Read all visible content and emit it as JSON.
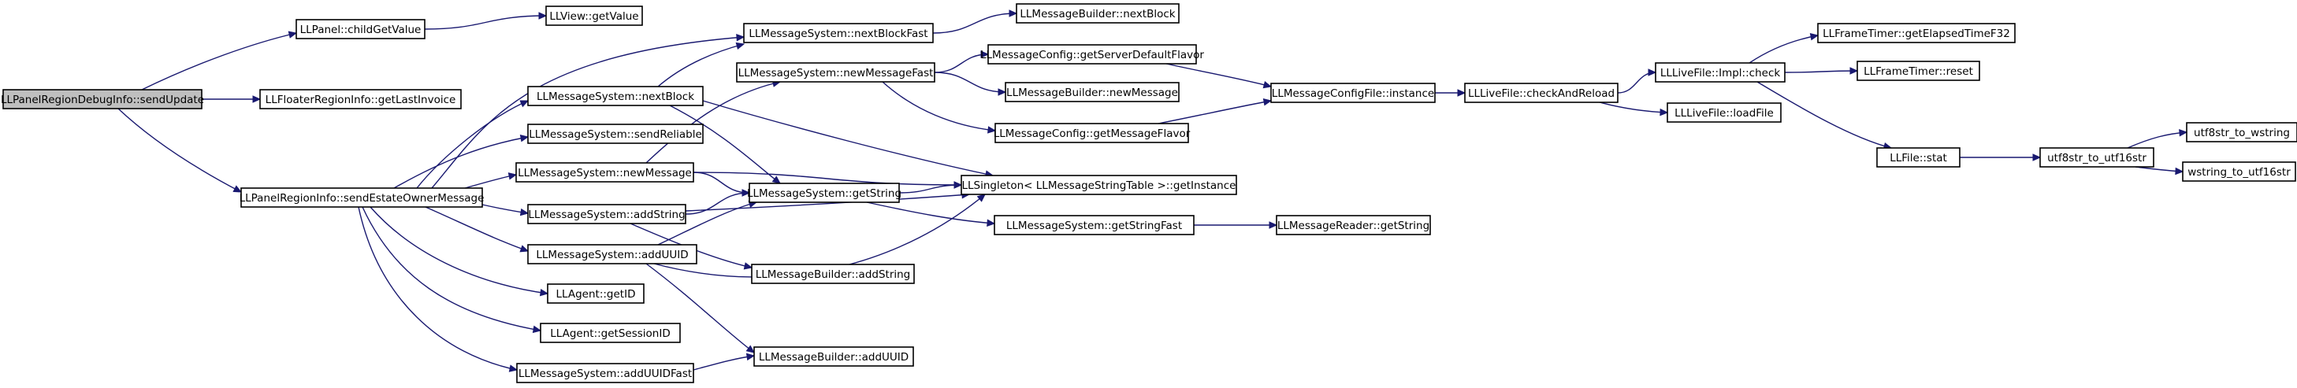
{
  "nodes": [
    {
      "id": "n0",
      "label": "LLPanelRegionDebugInfo::sendUpdate"
    },
    {
      "id": "n1",
      "label": "LLPanel::childGetValue"
    },
    {
      "id": "n2",
      "label": "LLView::getValue"
    },
    {
      "id": "n3",
      "label": "LLFloaterRegionInfo::getLastInvoice"
    },
    {
      "id": "n4",
      "label": "LLPanelRegionInfo::sendEstateOwnerMessage"
    },
    {
      "id": "n5",
      "label": "LLMessageSystem::nextBlockFast"
    },
    {
      "id": "n6",
      "label": "LLMessageBuilder::nextBlock"
    },
    {
      "id": "n7",
      "label": "LLMessageSystem::nextBlock"
    },
    {
      "id": "n8",
      "label": "LLMessageSystem::newMessageFast"
    },
    {
      "id": "n9",
      "label": "LLMessageConfig::getServerDefaultFlavor"
    },
    {
      "id": "n10",
      "label": "LLMessageBuilder::newMessage"
    },
    {
      "id": "n11",
      "label": "LLMessageConfig::getMessageFlavor"
    },
    {
      "id": "n12",
      "label": "LLMessageConfigFile::instance"
    },
    {
      "id": "n13",
      "label": "LLLiveFile::checkAndReload"
    },
    {
      "id": "n14",
      "label": "LLLiveFile::Impl::check"
    },
    {
      "id": "n15",
      "label": "LLFrameTimer::getElapsedTimeF32"
    },
    {
      "id": "n16",
      "label": "LLFrameTimer::reset"
    },
    {
      "id": "n17",
      "label": "LLLiveFile::loadFile"
    },
    {
      "id": "n18",
      "label": "LLFile::stat"
    },
    {
      "id": "n19",
      "label": "utf8str_to_utf16str"
    },
    {
      "id": "n20",
      "label": "utf8str_to_wstring"
    },
    {
      "id": "n21",
      "label": "wstring_to_utf16str"
    },
    {
      "id": "n22",
      "label": "LLMessageSystem::sendReliable"
    },
    {
      "id": "n23",
      "label": "LLMessageSystem::newMessage"
    },
    {
      "id": "n24",
      "label": "LLMessageSystem::getString"
    },
    {
      "id": "n25",
      "label": "LLSingleton< LLMessageStringTable >::getInstance"
    },
    {
      "id": "n26",
      "label": "LLMessageSystem::addString"
    },
    {
      "id": "n27",
      "label": "LLMessageSystem::getStringFast"
    },
    {
      "id": "n28",
      "label": "LLMessageReader::getString"
    },
    {
      "id": "n29",
      "label": "LLMessageSystem::addUUID"
    },
    {
      "id": "n30",
      "label": "LLMessageBuilder::addString"
    },
    {
      "id": "n31",
      "label": "LLAgent::getID"
    },
    {
      "id": "n32",
      "label": "LLAgent::getSessionID"
    },
    {
      "id": "n33",
      "label": "LLMessageBuilder::addUUID"
    },
    {
      "id": "n34",
      "label": "LLMessageSystem::addUUIDFast"
    }
  ],
  "edges": [
    [
      "n0",
      "n1"
    ],
    [
      "n0",
      "n3"
    ],
    [
      "n0",
      "n4"
    ],
    [
      "n1",
      "n2"
    ],
    [
      "n4",
      "n5"
    ],
    [
      "n4",
      "n7"
    ],
    [
      "n4",
      "n22"
    ],
    [
      "n4",
      "n23"
    ],
    [
      "n4",
      "n26"
    ],
    [
      "n4",
      "n29"
    ],
    [
      "n4",
      "n31"
    ],
    [
      "n4",
      "n32"
    ],
    [
      "n4",
      "n34"
    ],
    [
      "n5",
      "n6"
    ],
    [
      "n7",
      "n5"
    ],
    [
      "n7",
      "n24"
    ],
    [
      "n7",
      "n25"
    ],
    [
      "n8",
      "n9"
    ],
    [
      "n8",
      "n10"
    ],
    [
      "n8",
      "n11"
    ],
    [
      "n9",
      "n12"
    ],
    [
      "n11",
      "n12"
    ],
    [
      "n12",
      "n13"
    ],
    [
      "n13",
      "n14"
    ],
    [
      "n13",
      "n17"
    ],
    [
      "n14",
      "n15"
    ],
    [
      "n14",
      "n16"
    ],
    [
      "n14",
      "n18"
    ],
    [
      "n18",
      "n19"
    ],
    [
      "n19",
      "n20"
    ],
    [
      "n19",
      "n21"
    ],
    [
      "n23",
      "n8"
    ],
    [
      "n23",
      "n24"
    ],
    [
      "n23",
      "n25"
    ],
    [
      "n24",
      "n25"
    ],
    [
      "n24",
      "n27"
    ],
    [
      "n26",
      "n24"
    ],
    [
      "n26",
      "n25"
    ],
    [
      "n26",
      "n30"
    ],
    [
      "n27",
      "n28"
    ],
    [
      "n29",
      "n24"
    ],
    [
      "n29",
      "n25"
    ],
    [
      "n29",
      "n33"
    ],
    [
      "n34",
      "n33"
    ]
  ]
}
